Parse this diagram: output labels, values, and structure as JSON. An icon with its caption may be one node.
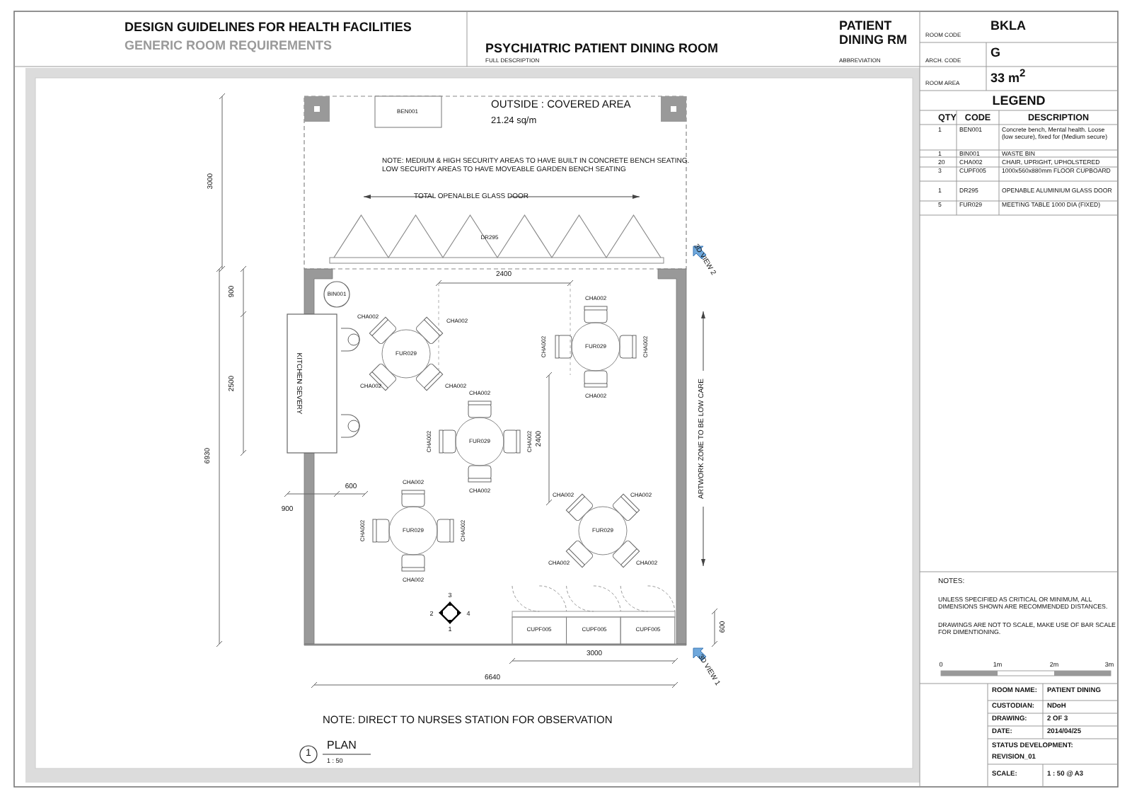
{
  "diagram": {
    "title": "DESIGN GUIDELINES FOR HEALTH FACILITIES",
    "labels": [
      "GENERIC ROOM REQUIREMENTS",
      "PSYCHIATRIC PATIENT DINING ROOM",
      "FULL DESCRIPTION",
      "PATIENT DINING RM",
      "ABBREVIATION",
      "ROOM CODE",
      "BKLA",
      "ARCH. CODE",
      "G",
      "ROOM AREA",
      "33 m$^{2}$",
      "LEGEND",
      "QTY",
      "CODE",
      "DESCRIPTION",
      "1",
      "BEN001",
      "Concrete bench, Mental health. Loose (low secure), fixed for (Medium secure)",
      "1",
      "BIN001",
      "WASTE BIN",
      "20",
      "CHA002",
      "CHAIR, UPRIGHT, UPHOLSTERED",
      "3",
      "CUPF005",
      "1000x560x880mm FLOOR CUPBOARD",
      "1",
      "DR295",
      "OPENABLE ALUMINIUM GLASS DOOR",
      "5",
      "FUR029",
      "MEETING TABLE 1000 DIA (FIXED)",
      "BEN001",
      "OUTSIDE : COVERED AREA",
      "21.24 sq/m",
      "NOTE: MEDIUM & HIGH SECURITY AREAS TO HAVE BUILT IN CONCRETE BENCH SEATING. LOW SECURITY AREAS TO HAVE MOVEABLE GARDEN BENCH SEATING",
      "TOTAL OPENALBLE GLASS DOOR",
      "DR295",
      "3000",
      "3D VIEW 2",
      "900",
      "2400",
      "BIN001",
      "2500",
      "6930",
      "KITCHEN SEVERY",
      "2400",
      "ARTWORK ZONE TO BE LOW CARE",
      "CHA002",
      "CHA002",
      "FUR029",
      "CHA002",
      "CHA002",
      "CHA002",
      "CHA002",
      "FUR029",
      "CHA002",
      "CHA002",
      "CHA002",
      "CHA002",
      "FUR029",
      "CHA002",
      "CHA002",
      "CHA002",
      "CHA002",
      "FUR029",
      "CHA002",
      "CHA002",
      "CHA002",
      "CHA002",
      "FUR029",
      "CHA002",
      "CHA002",
      "600",
      "900",
      "3",
      "2",
      "4",
      "1",
      "CUPF005",
      "CUPF005",
      "CUPF005",
      "600",
      "3000",
      "6640",
      "3D VIEW 1",
      "NOTE: DIRECT TO NURSES STATION FOR OBSERVATION",
      "1",
      "PLAN",
      "1 : 50",
      "NOTES:",
      "UNLESS SPECIFIED AS CRITICAL OR MINIMUM, ALL DIMENSIONS SHOWN ARE RECOMMENDED DISTANCES.",
      "DRAWINGS ARE NOT TO SCALE, MAKE USE OF BAR SCALE FOR DIMENTIONING.",
      "0",
      "1m",
      "2m",
      "3m",
      "ROOM NAME:",
      "PATIENT DINING",
      "CUSTODIAN:",
      "NDoH",
      "DRAWING:",
      "2 OF 3",
      "DATE:",
      "2014/04/25",
      "STATUS DEVELOPMENT:",
      "REVISION_01",
      "SCALE:",
      "1 : 50 @ A3"
    ]
  }
}
